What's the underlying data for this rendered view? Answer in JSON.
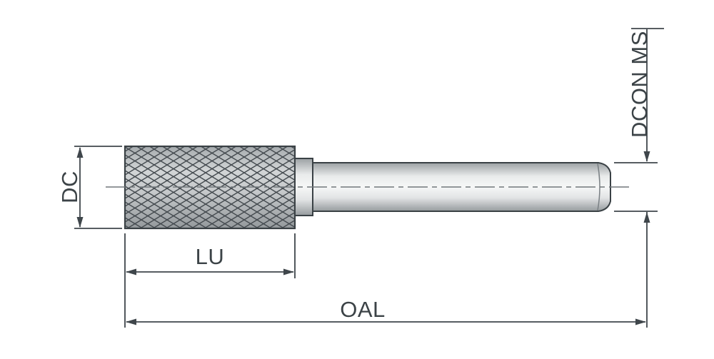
{
  "diagram": {
    "labels": {
      "dc": "DC",
      "lu": "LU",
      "oal": "OAL",
      "dcon_ms": "DCON MS"
    },
    "parts": {
      "head": "knurled-cutting-head",
      "collar": "collar-step",
      "shank": "cylindrical-shank"
    },
    "colors": {
      "outline": "#3a4145",
      "dimension_line": "#3f464b",
      "centerline": "#70767a",
      "hatch": "#454b50",
      "text": "#3c4347",
      "background": "#ffffff"
    }
  }
}
